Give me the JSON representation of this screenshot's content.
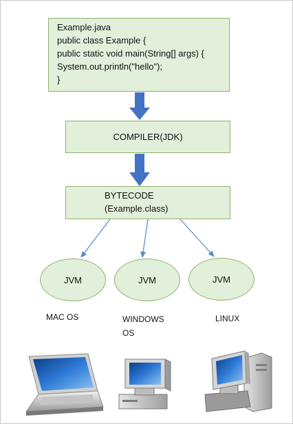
{
  "source": {
    "lines": [
      "Example.java",
      "public class Example {",
      "public static void main(String[] args) {",
      "System.out.println(\"hello\");",
      "}"
    ]
  },
  "compiler": {
    "label": "COMPILER(JDK)"
  },
  "bytecode": {
    "line1": "BYTECODE",
    "line2": "(Example.class)"
  },
  "jvms": [
    {
      "label": "JVM",
      "os_line1": "MAC OS",
      "os_line2": "",
      "device": "laptop-icon"
    },
    {
      "label": "JVM",
      "os_line1": "WINDOWS",
      "os_line2": "OS",
      "device": "desktop-computer-icon"
    },
    {
      "label": "JVM",
      "os_line1": "LINUX",
      "os_line2": "",
      "device": "tower-computer-icon"
    }
  ],
  "colors": {
    "box_fill": "#e2efda",
    "box_border": "#8db36a",
    "thick_arrow": "#4472c4",
    "thin_arrow": "#5b87c5"
  }
}
